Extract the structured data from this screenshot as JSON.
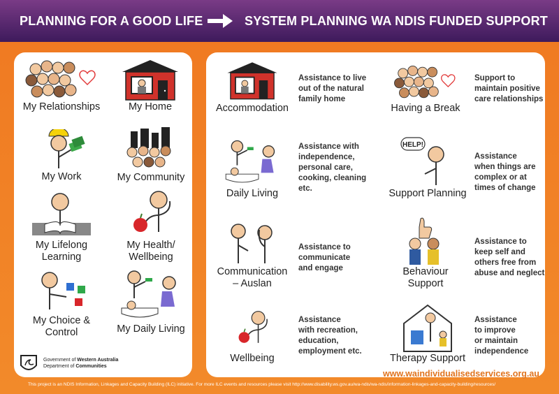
{
  "header": {
    "left_title": "PLANNING FOR A GOOD LIFE",
    "right_title": "SYSTEM PLANNING WA NDIS FUNDED SUPPORT"
  },
  "left": [
    {
      "label": "My Relationships",
      "icon": "crowd-heart-icon"
    },
    {
      "label": "My Home",
      "icon": "house-icon"
    },
    {
      "label": "My Work",
      "icon": "worker-money-icon"
    },
    {
      "label": "My Community",
      "icon": "community-icon"
    },
    {
      "label": "My Lifelong",
      "label2": "Learning",
      "icon": "reading-icon"
    },
    {
      "label": "My Health/",
      "label2": "Wellbeing",
      "icon": "apple-strong-icon"
    },
    {
      "label": "My Choice &",
      "label2": "Control",
      "icon": "choice-icon"
    },
    {
      "label": "My Daily Living",
      "icon": "daily-living-icon"
    }
  ],
  "services": [
    {
      "label": "Accommodation",
      "desc": [
        "Assistance to live",
        "out of the natural",
        "family home"
      ]
    },
    {
      "label": "Daily Living",
      "desc": [
        "Assistance with",
        "independence,",
        "personal care,",
        "cooking, cleaning",
        "etc."
      ]
    },
    {
      "label": "Communication",
      "label2": "– Auslan",
      "desc": [
        "Assistance to",
        "communicate",
        "and engage"
      ]
    },
    {
      "label": "Wellbeing",
      "desc": [
        "Assistance",
        "with recreation,",
        "education,",
        "employment etc."
      ]
    },
    {
      "label": "Having a Break",
      "desc": [
        "Support to",
        "maintain positive",
        "care relationships"
      ]
    },
    {
      "label": "Support Planning",
      "desc": [
        "Assistance",
        "when things are",
        "complex or at",
        "times of change"
      ]
    },
    {
      "label": "Behaviour",
      "label2": "Support",
      "desc": [
        "Assistance to",
        "keep self and",
        "others free from",
        "abuse and neglect"
      ]
    },
    {
      "label": "Therapy Support",
      "desc": [
        "Assistance",
        "to improve",
        "or maintain",
        "independence"
      ]
    }
  ],
  "help_text": "HELP!",
  "gov": {
    "line1": "Government of",
    "line1b": "Western Australia",
    "line2": "Department of",
    "line2b": "Communities"
  },
  "website": "www.waindividualisedservices.org.au",
  "footer": "This project is an NDIS Information, Linkages and Capacity Building (ILC) initiative. For more ILC events and resources please visit http://www.disability.ws.gov.au/wa-ndis/wa-ndis/information-linkages-and-capacity-building/resources/",
  "colors": {
    "purple": "#4d1d63",
    "orange": "#f07a22",
    "house_red": "#d0322b"
  }
}
